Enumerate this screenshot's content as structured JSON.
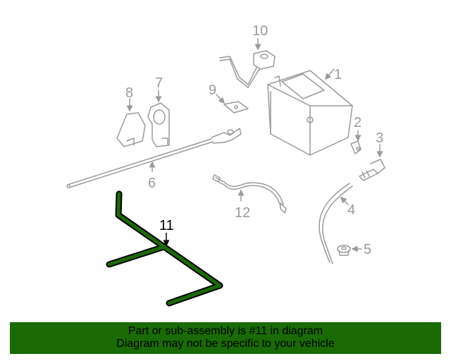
{
  "diagram": {
    "highlight_part": "11",
    "colors": {
      "line_art": "#9a9a9a",
      "highlight_fill": "#1a6a06",
      "highlight_outline": "#000000",
      "banner_bg": "#1a6a06",
      "banner_text": "#000000"
    },
    "callouts": [
      {
        "number": "1",
        "part": "battery"
      },
      {
        "number": "2",
        "part": "plug"
      },
      {
        "number": "3",
        "part": "vent-elbow"
      },
      {
        "number": "4",
        "part": "vent-hose"
      },
      {
        "number": "5",
        "part": "grommet"
      },
      {
        "number": "6",
        "part": "positive-cable"
      },
      {
        "number": "7",
        "part": "cover"
      },
      {
        "number": "8",
        "part": "terminal-cover"
      },
      {
        "number": "9",
        "part": "pad"
      },
      {
        "number": "10",
        "part": "sensor-cable"
      },
      {
        "number": "11",
        "part": "hold-down-bracket"
      },
      {
        "number": "12",
        "part": "ground-cable"
      }
    ]
  },
  "banner": {
    "line1": "Part or sub-assembly is #11 in diagram",
    "line2": "Diagram may not be specific to your vehicle"
  }
}
